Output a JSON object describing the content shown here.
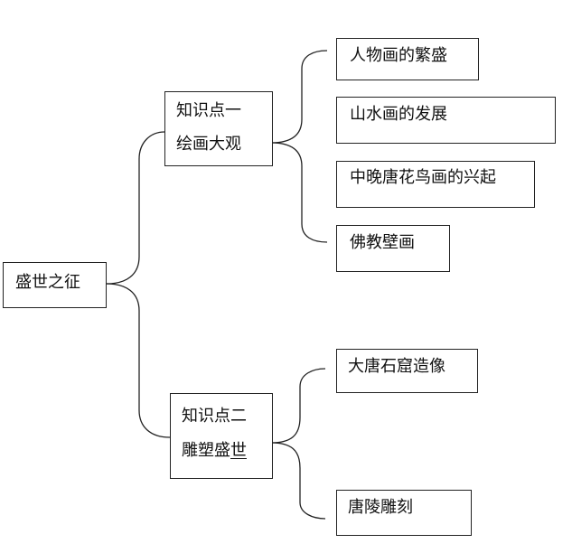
{
  "root": {
    "label": "盛世之征"
  },
  "branches": [
    {
      "title": "知识点一",
      "subtitle": "绘画大观",
      "items": [
        "人物画的繁盛",
        "山水画的发展",
        "中晚唐花鸟画的兴起",
        "佛教壁画"
      ]
    },
    {
      "title": "知识点二",
      "subtitle_plain": "雕塑盛",
      "subtitle_underlined": "世",
      "items": [
        "大唐石窟造像",
        "唐陵雕刻"
      ]
    }
  ]
}
